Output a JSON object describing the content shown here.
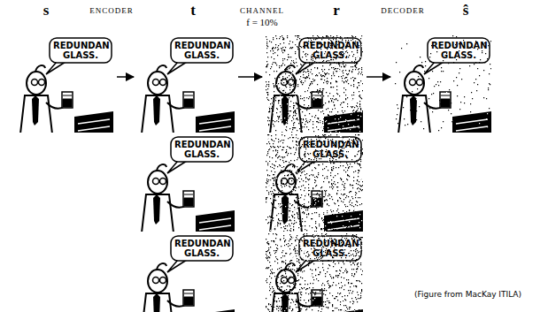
{
  "diagram": {
    "nodes": [
      {
        "text": [
          "REDUNDAN GLASS."
        ]
      },
      {
        "text": [
          "REDUNDAN GLASS."
        ]
      },
      {
        "text": [
          "REDUNDAN GLASS."
        ]
      },
      {
        "text": [
          "REDUNDAN GLASS."
        ]
      },
      {
        "text": [
          "REDUNDAN GLASS."
        ]
      },
      {
        "text": [
          "REDUNDAN GLASS."
        ]
      },
      {
        "text": [
          "REDUNDAN GLASS."
        ]
      },
      {
        "text": [
          "REDUNDAN GLASS."
        ]
      }
    ],
    "edges": [
      {
        "from": 0,
        "to": 1,
        "arrow": "to"
      },
      {
        "from": 1,
        "to": 2,
        "arrow": "to"
      },
      {
        "from": 2,
        "to": 3,
        "arrow": "to"
      }
    ],
    "labels": [
      "s",
      "ENCODER",
      "t",
      "CHANNEL",
      "f = 10%",
      "r",
      "DECODER",
      "ŝ",
      "(Figure from MacKay ITILA)"
    ]
  }
}
